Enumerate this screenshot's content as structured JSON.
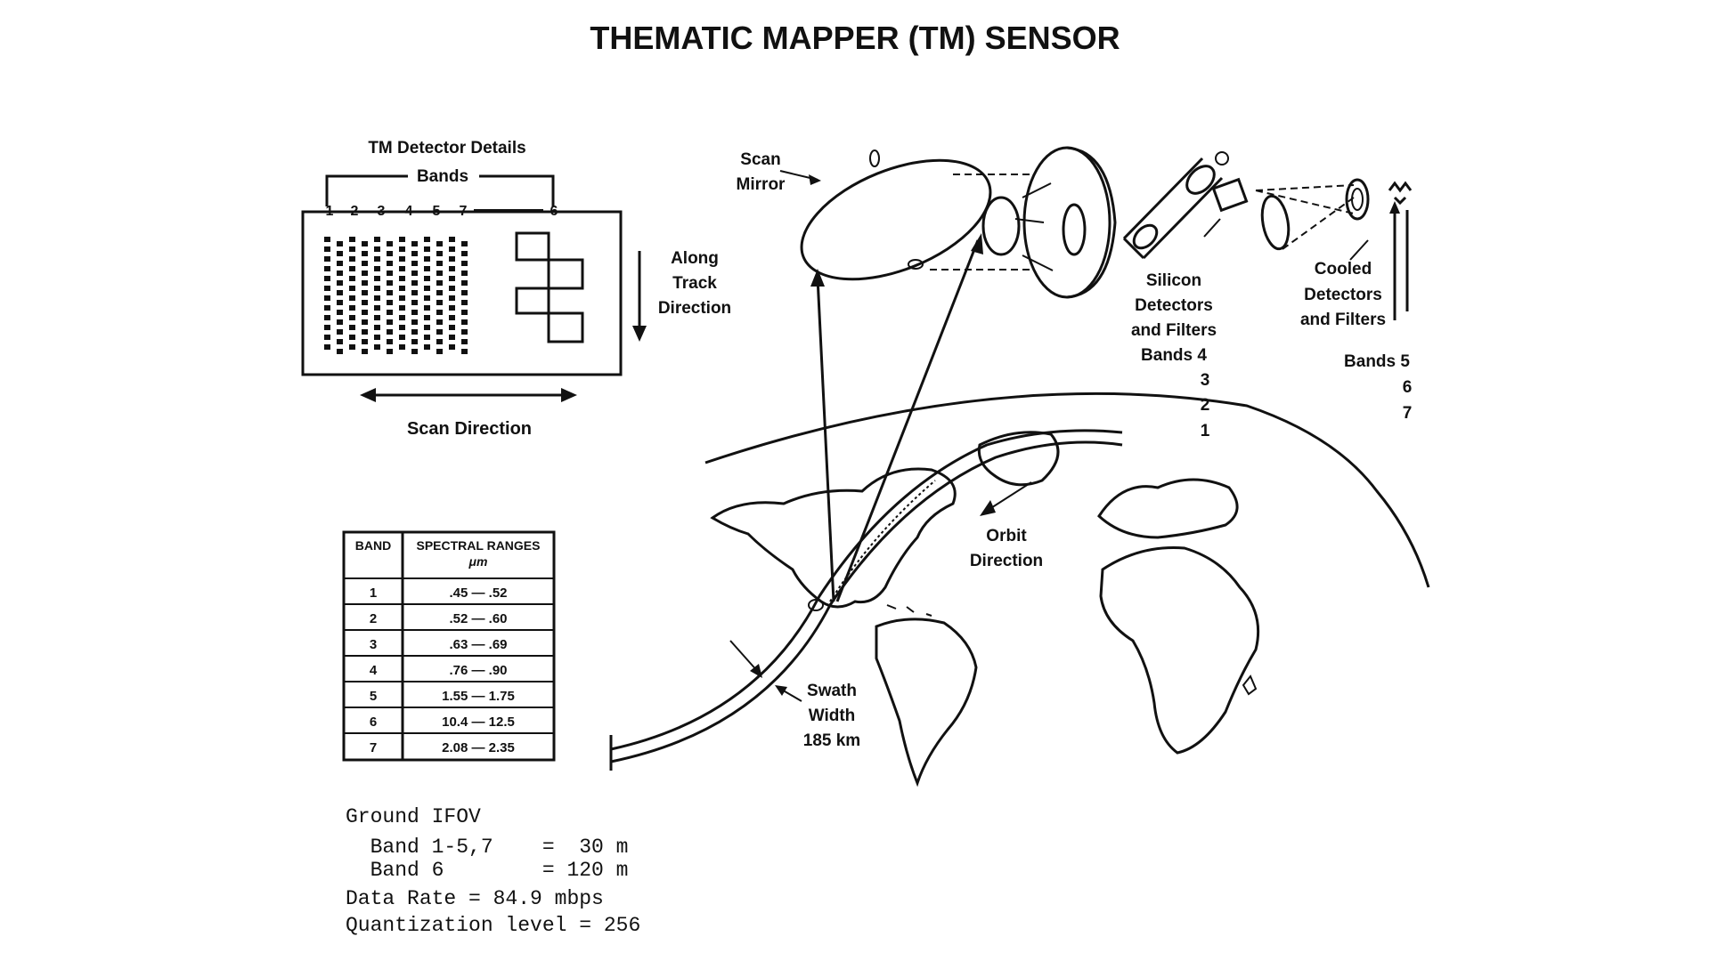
{
  "title": "THEMATIC MAPPER (TM) SENSOR",
  "detector": {
    "heading": "TM Detector Details",
    "bands_label": "Bands",
    "band_numbers": [
      "1",
      "2",
      "3",
      "4",
      "5",
      "7",
      "6"
    ],
    "along_track": [
      "Along",
      "Track",
      "Direction"
    ],
    "scan_direction": "Scan Direction"
  },
  "optics": {
    "scan_mirror": [
      "Scan",
      "Mirror"
    ],
    "silicon": [
      "Silicon",
      "Detectors",
      "and Filters",
      "Bands 4",
      "3",
      "2",
      "1"
    ],
    "cooled": [
      "Cooled",
      "Detectors",
      "and Filters",
      "Bands 5",
      "6",
      "7"
    ]
  },
  "earth": {
    "orbit": [
      "Orbit",
      "Direction"
    ],
    "swath": [
      "Swath",
      "Width",
      "185 km"
    ]
  },
  "table": {
    "headers": [
      "BAND",
      "SPECTRAL RANGES",
      "μm"
    ],
    "rows": [
      {
        "band": "1",
        "range": ".45 — .52"
      },
      {
        "band": "2",
        "range": ".52 — .60"
      },
      {
        "band": "3",
        "range": ".63 — .69"
      },
      {
        "band": "4",
        "range": ".76 — .90"
      },
      {
        "band": "5",
        "range": "1.55 — 1.75"
      },
      {
        "band": "6",
        "range": "10.4 — 12.5"
      },
      {
        "band": "7",
        "range": "2.08 — 2.35"
      }
    ]
  },
  "specs": [
    "Ground IFOV",
    "  Band 1-5,7    =  30 m",
    "  Band 6        = 120 m",
    "Data Rate = 84.9 mbps",
    "Quantization level = 256"
  ]
}
